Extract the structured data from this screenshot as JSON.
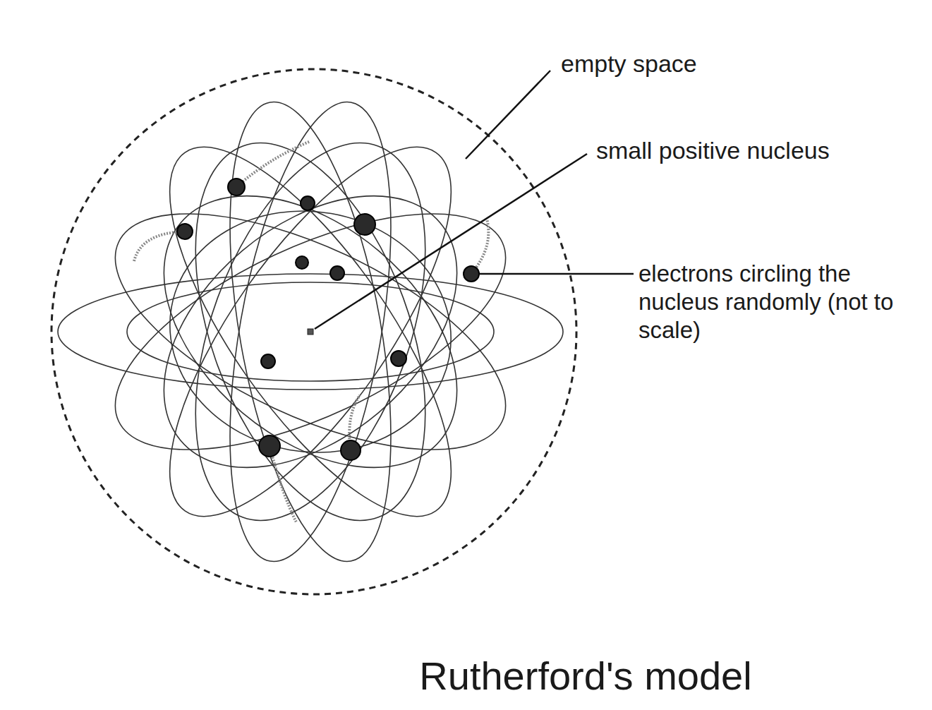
{
  "diagram": {
    "caption": "Rutherford's model",
    "labels": [
      "empty space",
      "small positive nucleus",
      "electrons circling the nucleus randomly (not to scale)"
    ]
  }
}
